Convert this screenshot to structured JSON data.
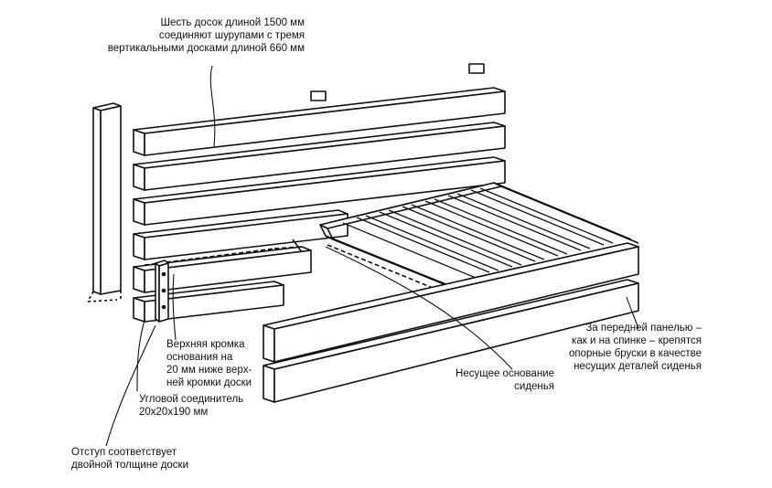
{
  "labels": {
    "top": "Шесть досок длиной 1500 мм\nсоединяют шурупами с тремя\nвертикальными досками длиной 660 мм",
    "edge": "Верхняя кромка\nоснования на\n20 мм ниже верх-\nней кромки доски",
    "corner": "Угловой соединитель\n20x20x190 мм",
    "offset": "Отступ соответствует\nдвойной толщине доски",
    "base": "Несущее основание\nсиденья",
    "front": "За передней панелью –\nкак и на спинке – крепятся\nопорные бруски в качестве\nнесущих деталей сиденья"
  },
  "colors": {
    "ink": "#111111",
    "paper": "#ffffff",
    "shade": "#dddddd"
  }
}
